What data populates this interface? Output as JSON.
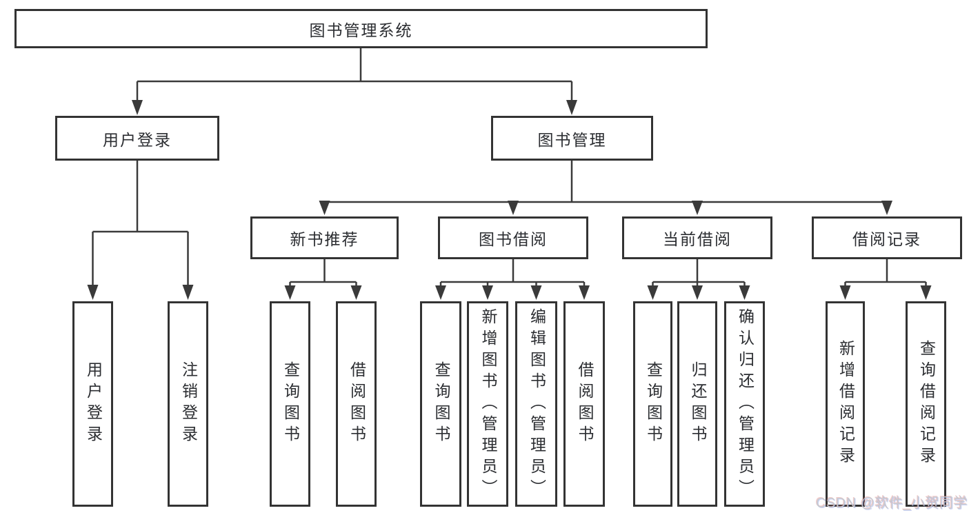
{
  "diagram": {
    "root": {
      "label": "图书管理系统"
    },
    "children": [
      {
        "label": "用户登录",
        "children": [
          {
            "label": "用户登录"
          },
          {
            "label": "注销登录"
          }
        ]
      },
      {
        "label": "图书管理",
        "children": [
          {
            "label": "新书推荐",
            "children": [
              {
                "label": "查询图书"
              },
              {
                "label": "借阅图书"
              }
            ]
          },
          {
            "label": "图书借阅",
            "children": [
              {
                "label": "查询图书"
              },
              {
                "label": "新增图书（管理员）"
              },
              {
                "label": "编辑图书（管理员）"
              },
              {
                "label": "借阅图书"
              }
            ]
          },
          {
            "label": "当前借阅",
            "children": [
              {
                "label": "查询图书"
              },
              {
                "label": "归还图书"
              },
              {
                "label": "确认归还（管理员）"
              }
            ]
          },
          {
            "label": "借阅记录",
            "children": [
              {
                "label": "新增借阅记录"
              },
              {
                "label": "查询借阅记录"
              }
            ]
          }
        ]
      }
    ]
  },
  "watermark": {
    "text": "CSDN @软件_小贺同学"
  },
  "colors": {
    "line": "#3a3a3a",
    "box_border": "#333333",
    "text": "#2b2d31",
    "background": "#ffffff",
    "watermark": "#c6c9cf"
  }
}
